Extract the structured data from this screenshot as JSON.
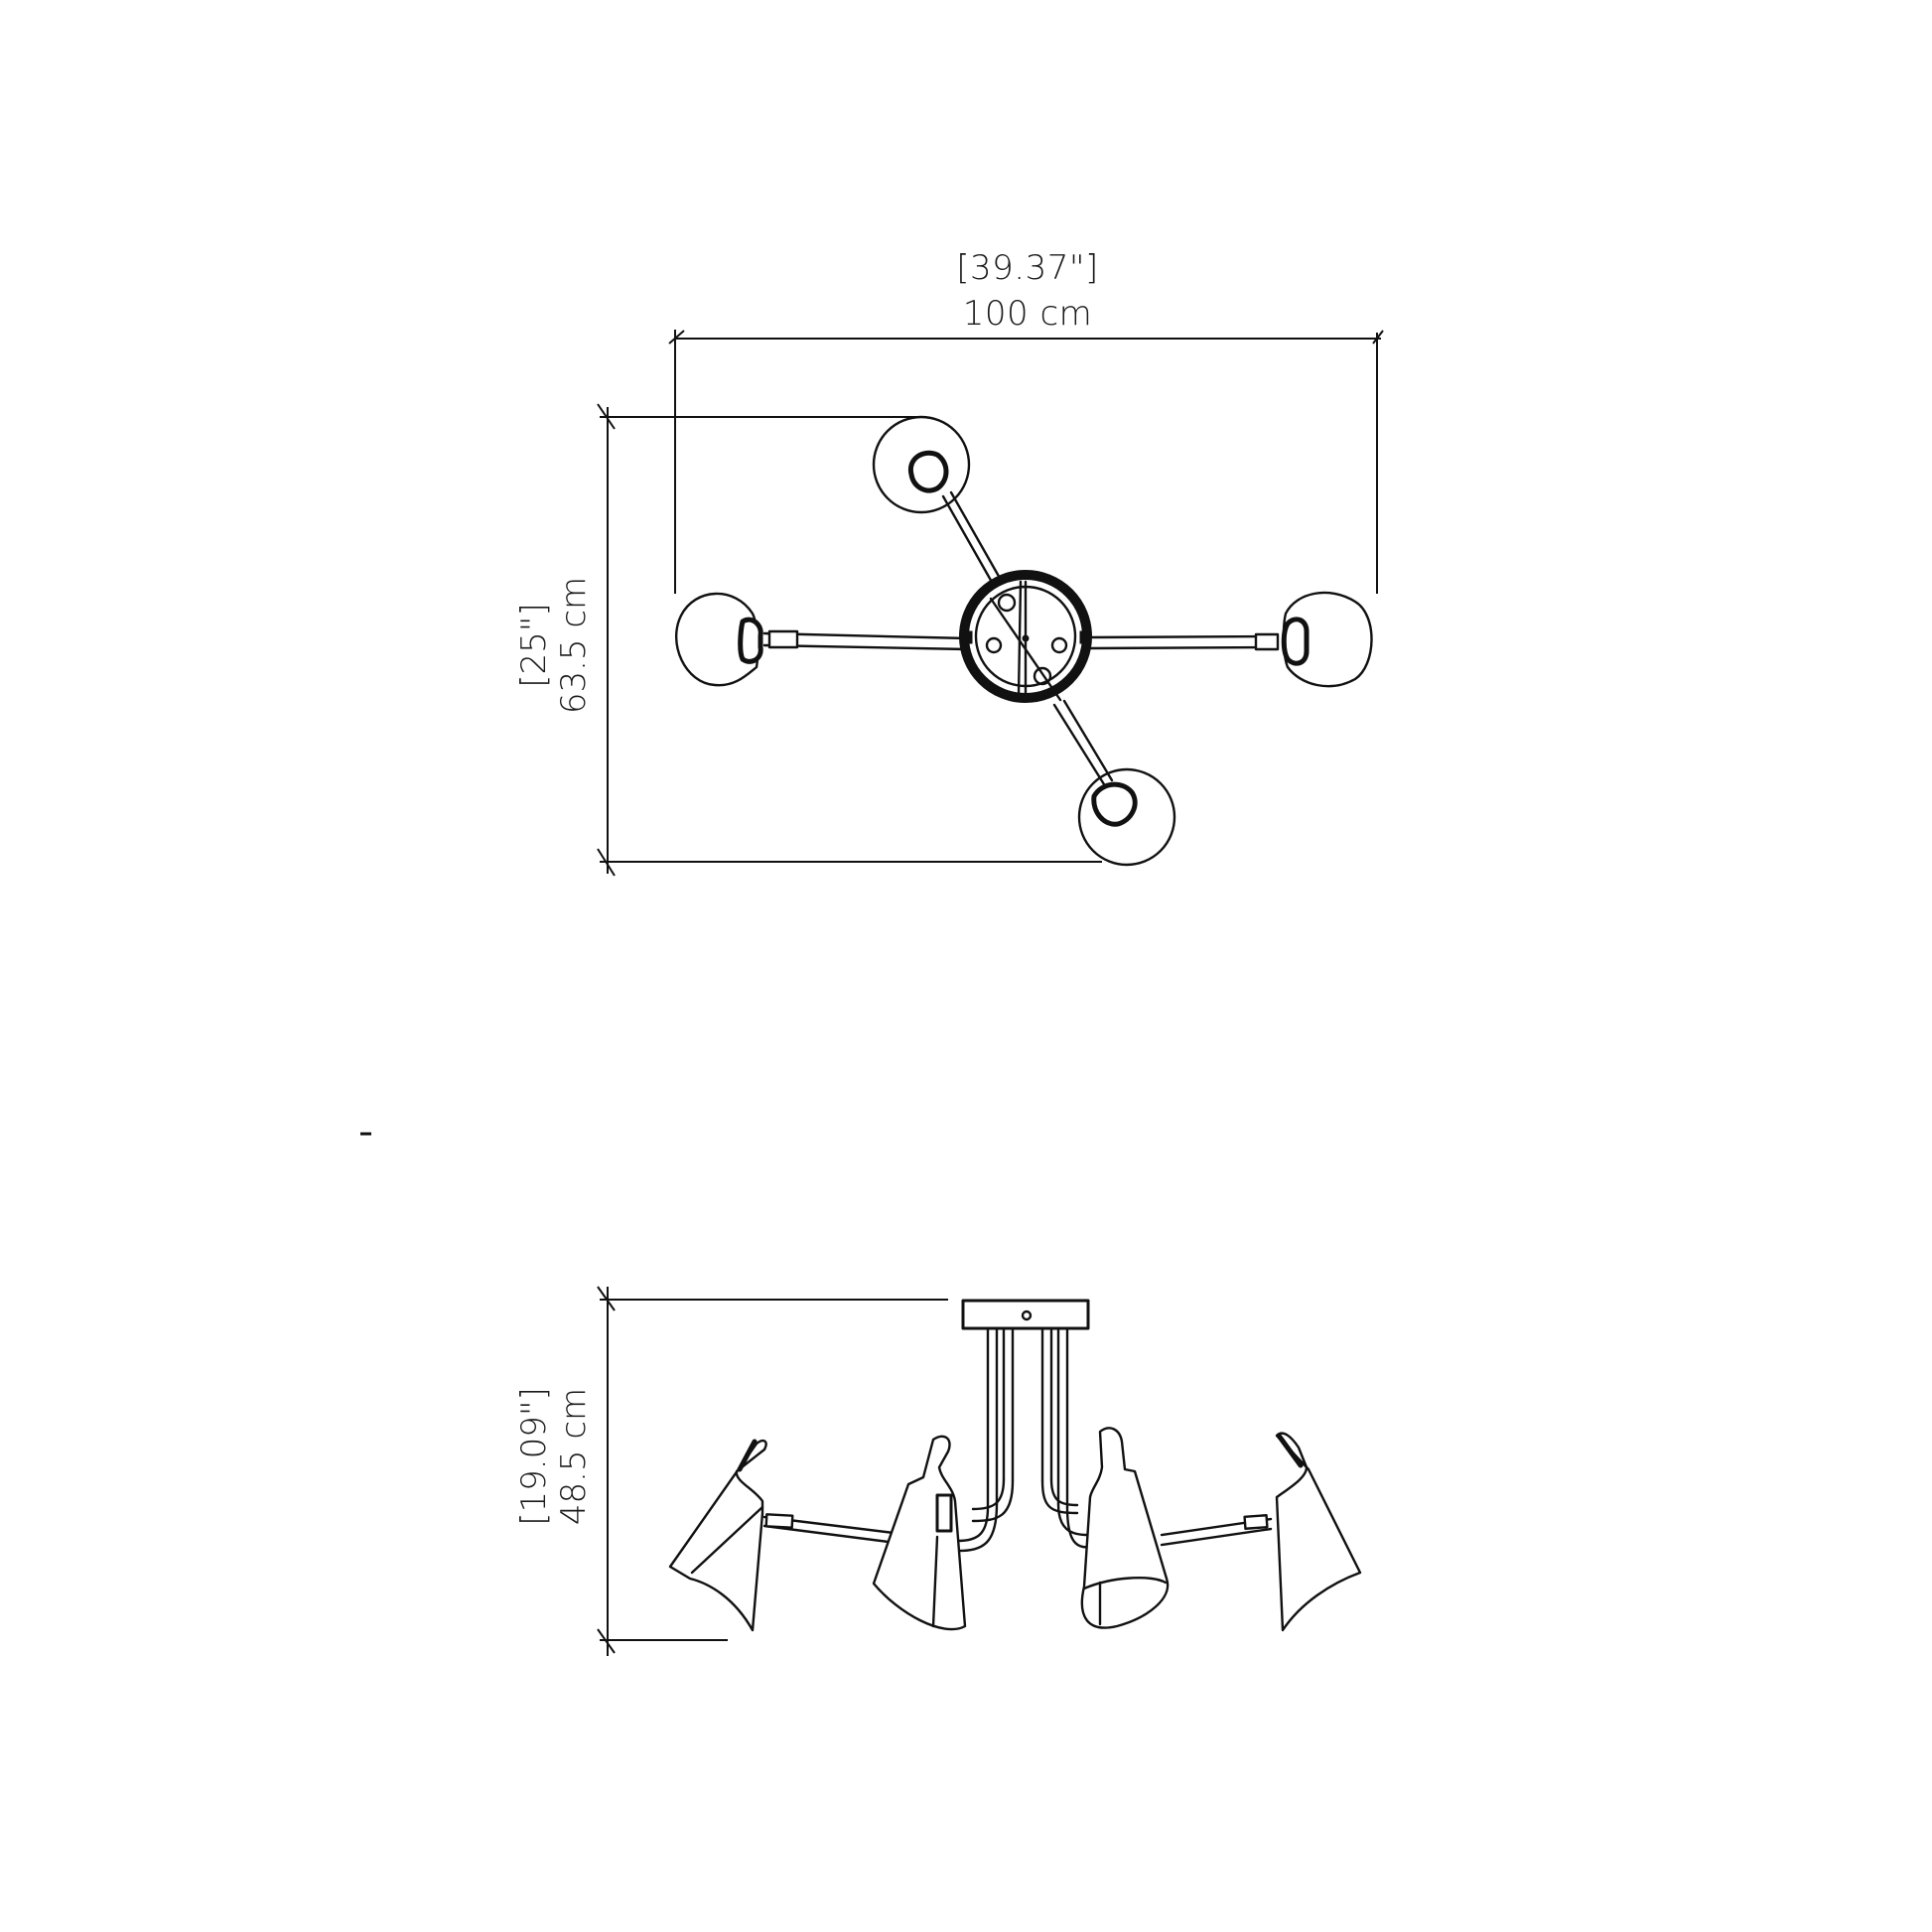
{
  "top_view": {
    "width_dimension": {
      "imperial": "[39.37\"]",
      "metric": "100 cm"
    },
    "depth_dimension": {
      "imperial": "[25\"]",
      "metric": "63.5 cm"
    },
    "shades_count": 4
  },
  "side_view": {
    "height_dimension": {
      "imperial": "[19.09\"]",
      "metric": "48.5 cm"
    },
    "shades_count": 4
  },
  "stray_mark": "-",
  "colors": {
    "line": "#111111",
    "background": "#ffffff"
  }
}
